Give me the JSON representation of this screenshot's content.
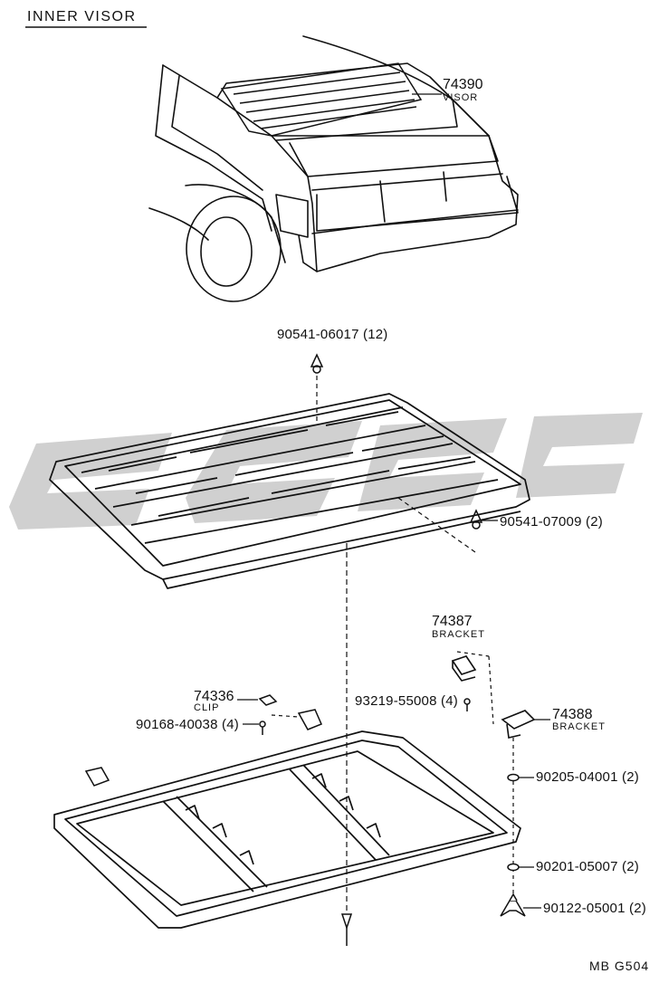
{
  "section_title": "INNER VISOR",
  "drawing_code": "MB  G504",
  "parts": {
    "visor": {
      "number": "74390",
      "name": "VISOR"
    },
    "screw_top": {
      "number": "90541-06017",
      "qty": "(12)"
    },
    "screw_side": {
      "number": "90541-07009",
      "qty": "(2)"
    },
    "bracket_upper": {
      "number": "74387",
      "name": "BRACKET"
    },
    "bracket_lower": {
      "number": "74388",
      "name": "BRACKET"
    },
    "clip": {
      "number": "74336",
      "name": "CLIP"
    },
    "bolt_clip": {
      "number": "90168-40038",
      "qty": "(4)"
    },
    "screw_bracket": {
      "number": "93219-55008",
      "qty": "(4)"
    },
    "washer_a": {
      "number": "90205-04001",
      "qty": "(2)"
    },
    "washer_b": {
      "number": "90201-05007",
      "qty": "(2)"
    },
    "wing_nut": {
      "number": "90122-05001",
      "qty": "(2)"
    }
  },
  "icons": [
    "car-rear-icon",
    "visor-panel-icon",
    "frame-icon",
    "screw-icon",
    "bracket-icon",
    "clip-icon",
    "washer-icon",
    "wing-nut-icon"
  ],
  "colors": {
    "ink": "#111111",
    "watermark": "#c8c8c8"
  }
}
